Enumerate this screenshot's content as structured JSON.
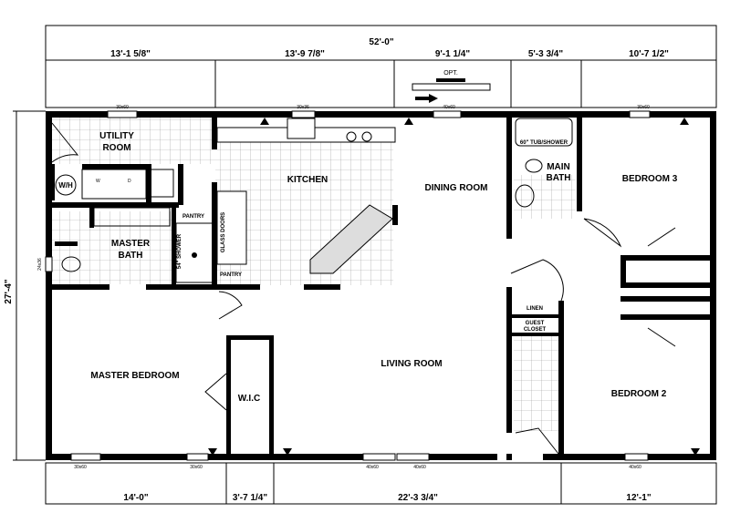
{
  "dimensions": {
    "overall_width": "52'-0\"",
    "overall_depth": "27'-4\"",
    "top": [
      "13'-1 5/8\"",
      "13'-9 7/8\"",
      "9'-1 1/4\"",
      "5'-3 3/4\"",
      "10'-7 1/2\""
    ],
    "bottom": [
      "14'-0\"",
      "3'-7 1/4\"",
      "22'-3 3/4\"",
      "12'-1\""
    ]
  },
  "rooms": {
    "utility_1": "UTILITY",
    "utility_2": "ROOM",
    "kitchen": "KITCHEN",
    "dining": "DINING ROOM",
    "main_bath_1": "MAIN",
    "main_bath_2": "BATH",
    "bedroom3": "BEDROOM 3",
    "master_bath_1": "MASTER",
    "master_bath_2": "BATH",
    "master_bedroom": "MASTER BEDROOM",
    "wic": "W.I.C",
    "living": "LIVING ROOM",
    "bedroom2": "BEDROOM 2",
    "linen": "LINEN",
    "guest_closet_1": "GUEST",
    "guest_closet_2": "CLOSET",
    "pantry_1": "PANTRY",
    "pantry_2": "PANTRY",
    "glass_doors": "GLASS DOORS",
    "shower": "54\" SHOWER",
    "tub": "60\" TUB/SHOWER",
    "water_heater": "W/H",
    "washer": "W",
    "dryer": "D",
    "opt": "OPT."
  },
  "windows": {
    "utility": "30x60",
    "kitchen": "30x36",
    "dining": "40x60",
    "bedroom3": "30x60",
    "master_bath": "24x36",
    "mb_1": "30x60",
    "mb_2": "30x60",
    "living_1": "40x60",
    "living_2": "40x60",
    "bedroom2": "40x60"
  }
}
